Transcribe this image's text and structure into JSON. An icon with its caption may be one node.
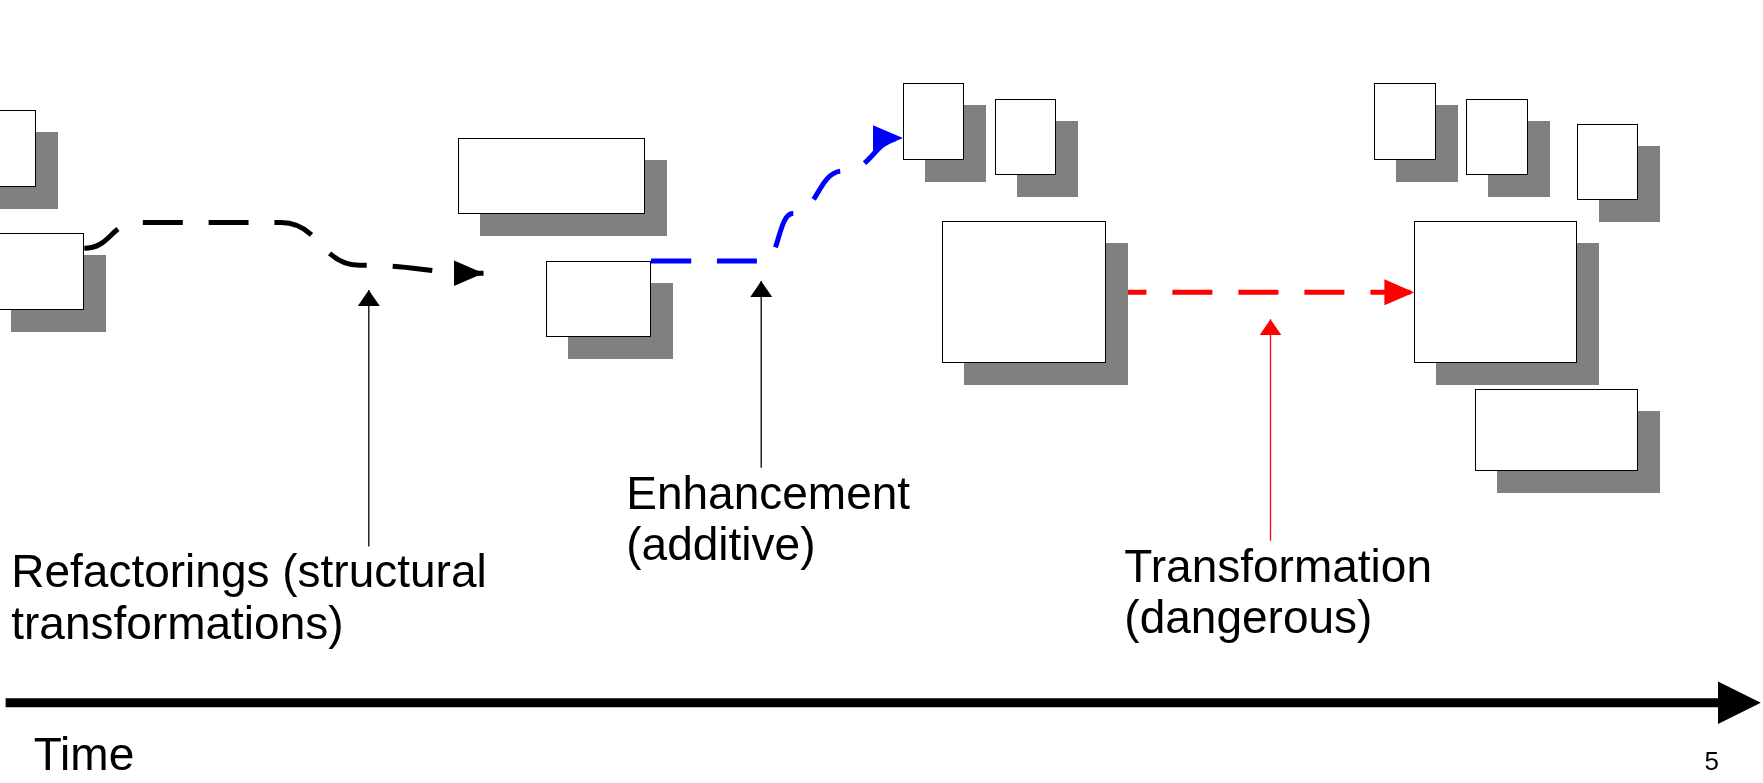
{
  "diagram": {
    "nodes": [
      {
        "text": [],
        "shape": "box"
      },
      {
        "text": [],
        "shape": "box"
      },
      {
        "text": [],
        "shape": "box"
      },
      {
        "text": [],
        "shape": "box"
      },
      {
        "text": [],
        "shape": "box"
      },
      {
        "text": [],
        "shape": "box"
      },
      {
        "text": [],
        "shape": "box"
      },
      {
        "text": [],
        "shape": "box"
      },
      {
        "text": [],
        "shape": "box"
      },
      {
        "text": [],
        "shape": "box"
      },
      {
        "text": [],
        "shape": "box"
      },
      {
        "text": [],
        "shape": "box"
      },
      {
        "text": [
          "Refactorings (structural transformations)"
        ]
      },
      {
        "text": [
          "Enhancement (additive)"
        ]
      },
      {
        "text": [
          "Transformation (dangerous)"
        ]
      }
    ],
    "edges": [
      {
        "from": 1,
        "to": null,
        "arrow": "to",
        "style": "dashed"
      },
      {
        "from": 3,
        "to": 4,
        "arrow": "to",
        "style": "dashed",
        "color": "#0000ff"
      },
      {
        "from": 6,
        "to": 10,
        "arrow": "to",
        "style": "dashed",
        "color": "#ff0000"
      },
      {
        "from": 12,
        "to": null,
        "arrow": "to"
      },
      {
        "from": 13,
        "to": null,
        "arrow": "to"
      },
      {
        "from": 14,
        "to": null,
        "arrow": "to",
        "color": "#ff0000"
      }
    ],
    "labels": [
      "Time",
      "5"
    ]
  }
}
